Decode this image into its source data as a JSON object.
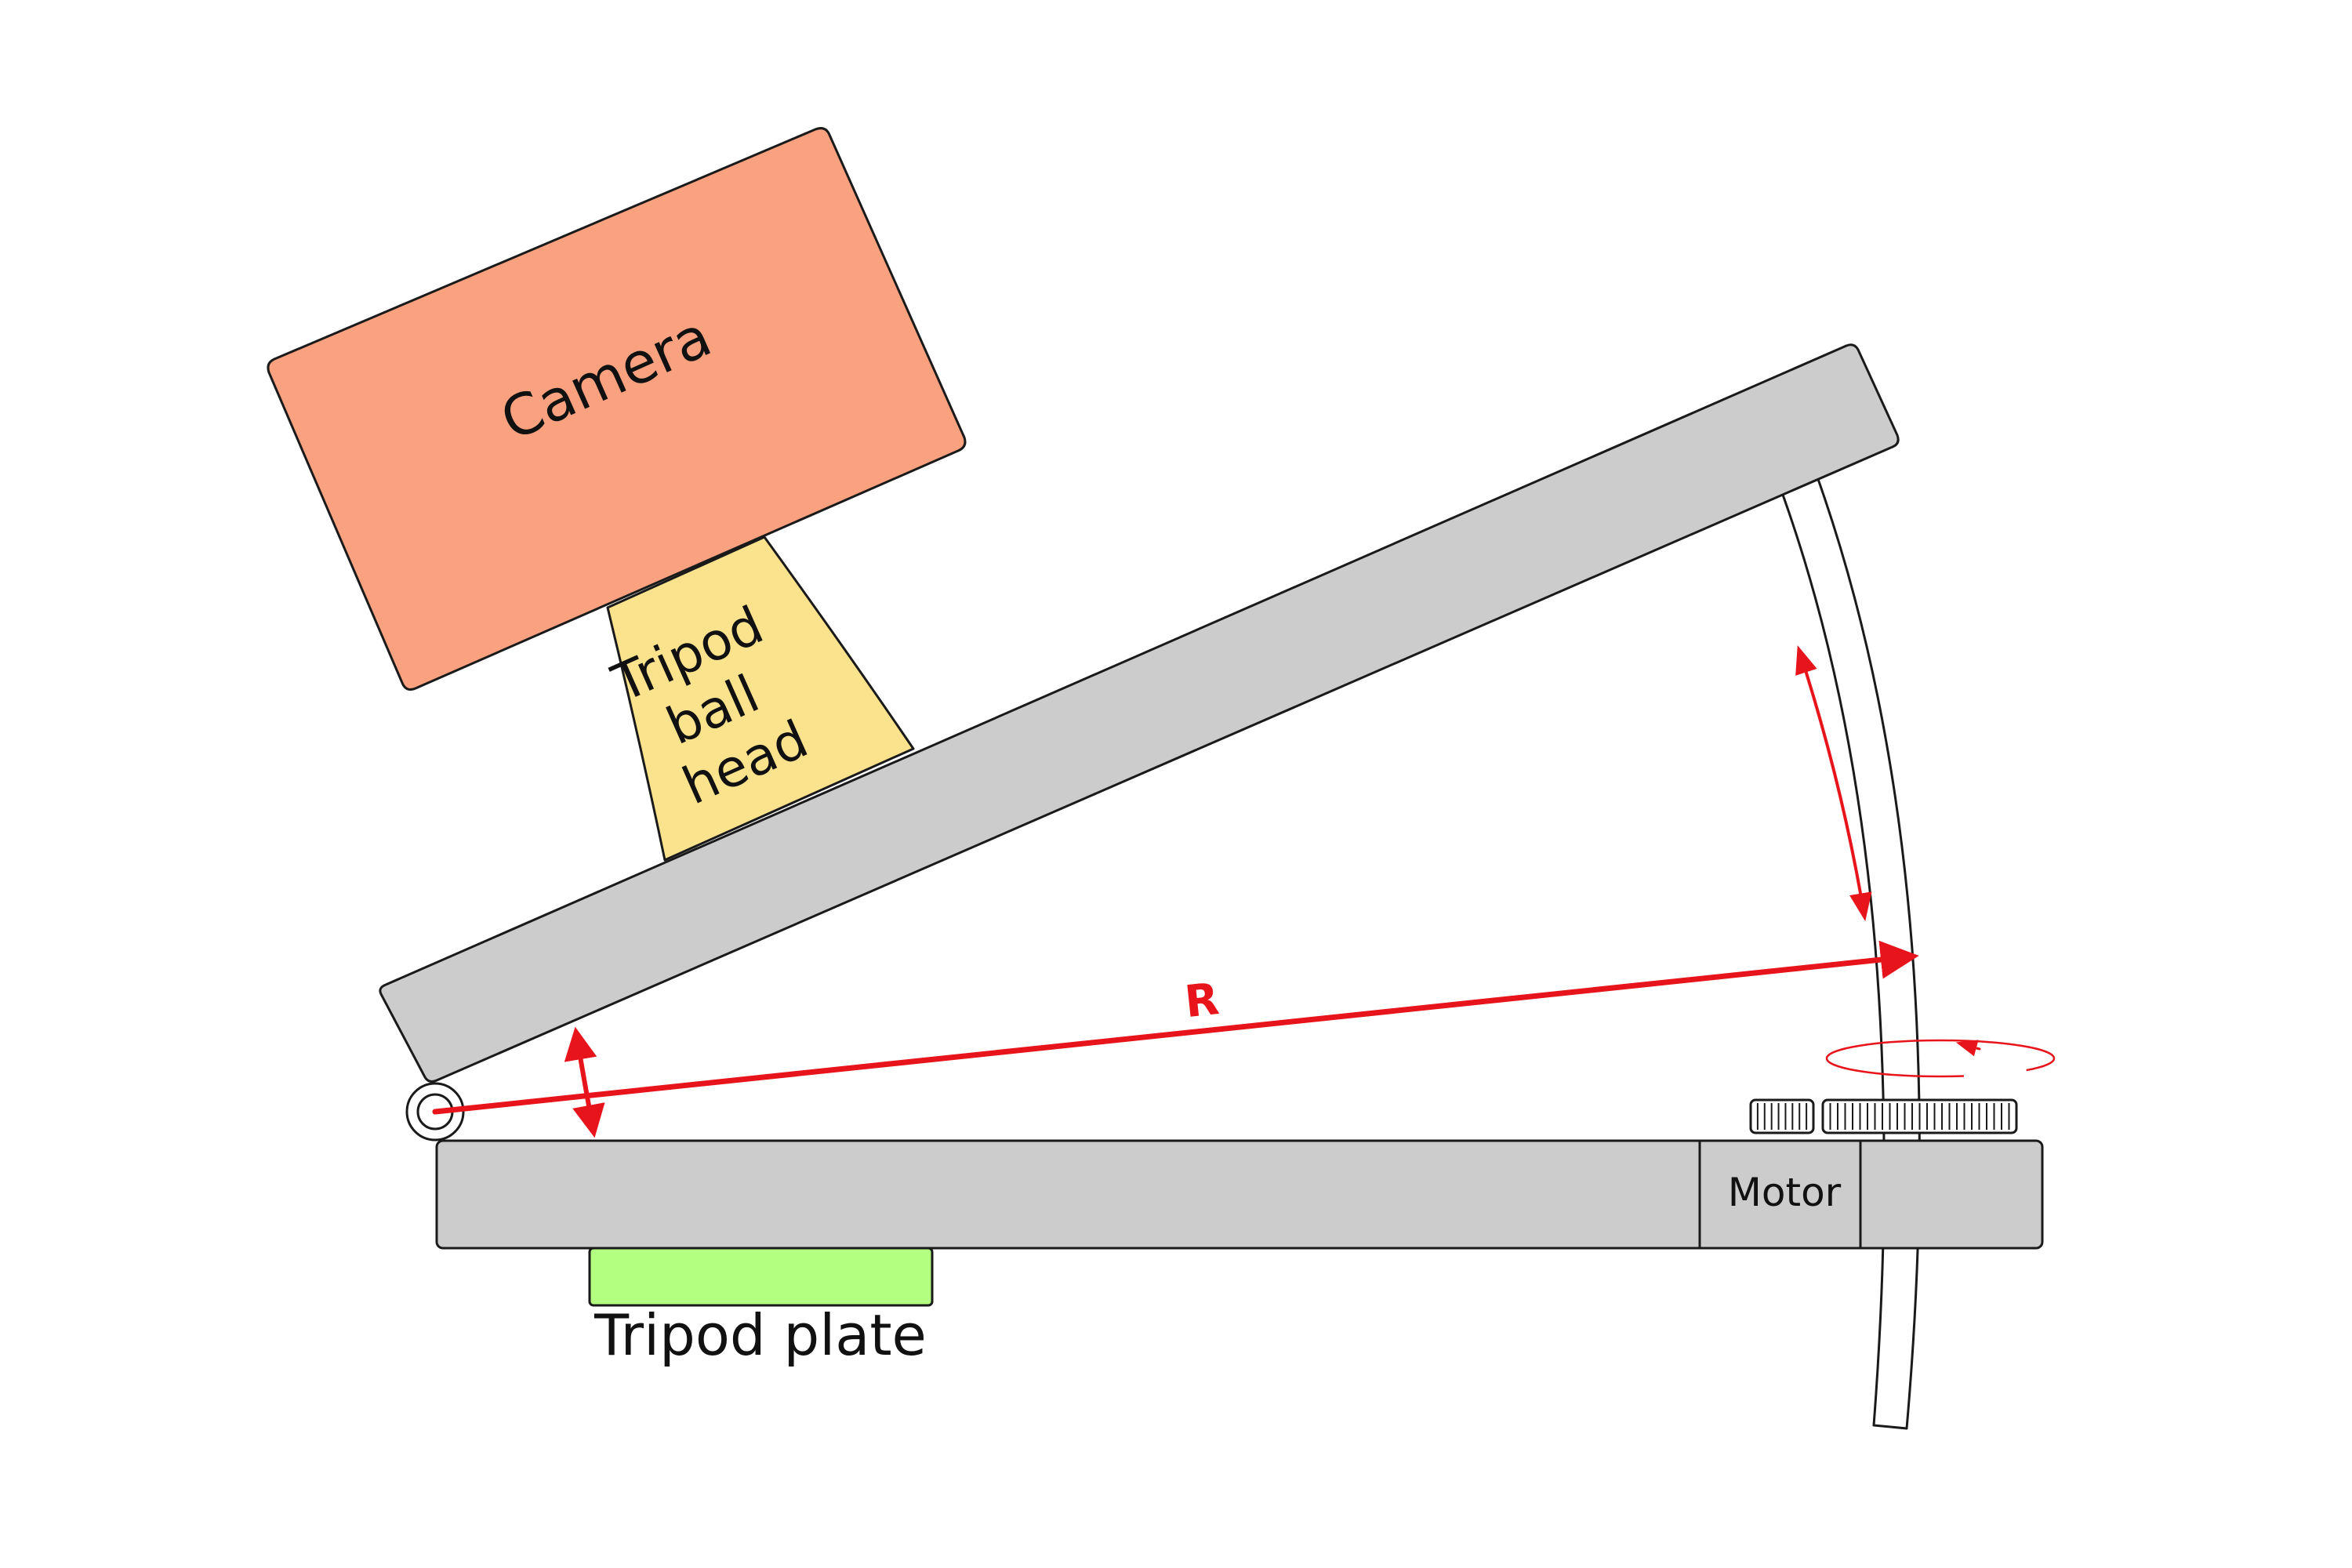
{
  "labels": {
    "camera": "Camera",
    "ball_head_lines": [
      "Tripod",
      "ball",
      "head"
    ],
    "motor": "Motor",
    "tripod_plate": "Tripod plate",
    "radius": "R"
  },
  "colors": {
    "camera_fill": "#faa280",
    "ball_head_fill": "#fbe38e",
    "plate_fill": "#cccccc",
    "tripod_plate_fill": "#b3ff80",
    "annotation_red": "#e8141b",
    "outline": "#1a1a1a"
  },
  "icons": {
    "hinge": "hinge-pivot-icon",
    "gear": "gear-icon",
    "rotation": "rotation-arrow-icon"
  }
}
